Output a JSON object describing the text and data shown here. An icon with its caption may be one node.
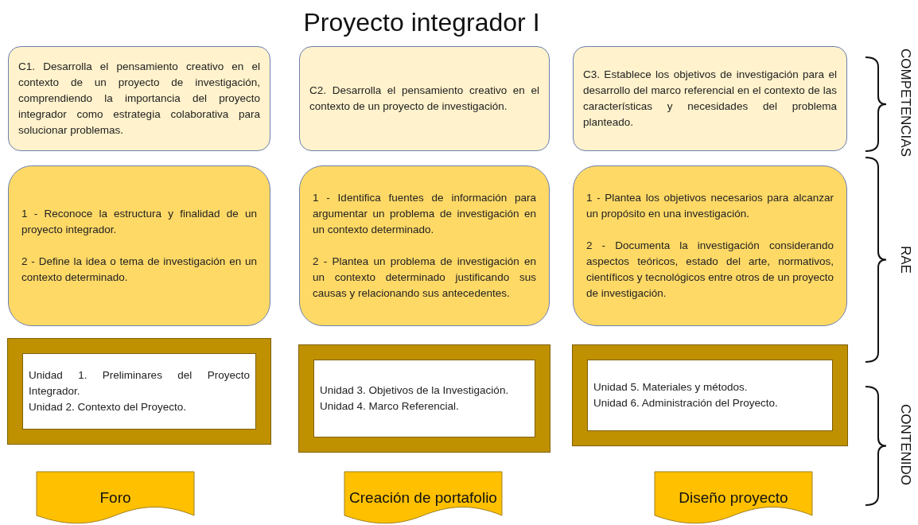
{
  "diagram": {
    "title": "Proyecto integrador I",
    "nodes": [
      {
        "text": [
          "C1. Desarrolla el pensamiento creativo en el contexto de un proyecto de investigación, comprendiendo la importancia del proyecto integrador como estrategia colaborativa para solucionar problemas."
        ]
      },
      {
        "text": [
          "C2. Desarrolla el pensamiento creativo en el contexto de un proyecto de investigación."
        ]
      },
      {
        "text": [
          "C3. Establece los objetivos de investigación para el desarrollo del marco referencial en el contexto de las características y necesidades del problema planteado."
        ]
      },
      {
        "text": [
          "1 - Reconoce la estructura y finalidad de un proyecto integrador.",
          "2 - Define la idea o tema de investigación en un contexto determinado."
        ]
      },
      {
        "text": [
          "1 - Identifica fuentes de información para argumentar un problema de investigación en un contexto determinado.",
          "2 - Plantea un problema de investigación en un contexto determinado justificando sus causas y relacionando sus antecedentes."
        ]
      },
      {
        "text": [
          "1 - Plantea los objetivos necesarios para alcanzar un propósito en una investigación.",
          "2 - Documenta la investigación considerando aspectos teóricos, estado del arte, normativos, científicos y tecnológicos entre otros de un proyecto de investigación."
        ]
      },
      {
        "text": [
          "Unidad 1. Preliminares del Proyecto Integrador.",
          "Unidad 2. Contexto del Proyecto."
        ]
      },
      {
        "text": [
          "Unidad 3. Objetivos de la Investigación.",
          "Unidad 4. Marco Referencial."
        ]
      },
      {
        "text": [
          "Unidad 5. Materiales y métodos.",
          "Unidad 6. Administración del Proyecto."
        ]
      },
      {
        "text": [
          "Foro"
        ]
      },
      {
        "text": [
          "Creación de portafolio"
        ]
      },
      {
        "text": [
          "Diseño proyecto"
        ]
      }
    ],
    "labels": [
      "COMPETENCIAS",
      "RAE",
      "CONTENIDO"
    ]
  }
}
